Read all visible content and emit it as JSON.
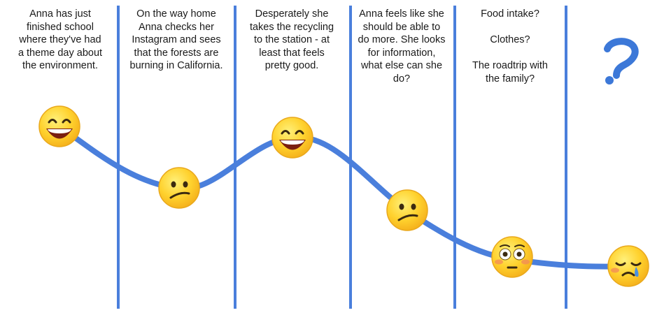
{
  "stages": [
    {
      "id": "stage-1",
      "text": "Anna has just\nfinished school\nwhere they've had\na theme day about\nthe environment.",
      "mood": "happy"
    },
    {
      "id": "stage-2",
      "text": "On the way home\nAnna checks her\nInstagram and sees\nthat the forests are\nburning in California.",
      "mood": "confused"
    },
    {
      "id": "stage-3",
      "text": "Desperately she\ntakes the recycling\nto the station - at\nleast that feels\npretty good.",
      "mood": "happy"
    },
    {
      "id": "stage-4",
      "text": "Anna feels like she\nshould be able to\ndo more. She looks\nfor information,\nwhat else can she\ndo?",
      "mood": "confused"
    },
    {
      "id": "stage-5",
      "text": "Food intake?\n\nClothes?\n\nThe roadtrip with\nthe family?",
      "mood": "flushed"
    },
    {
      "id": "stage-6",
      "text": "",
      "mood": "crying"
    }
  ],
  "question_mark": "?",
  "colors": {
    "line": "#4a7fdc",
    "divider": "#4a7fdc",
    "emoji_face": "#ffcc22",
    "emoji_outline": "#e7a31b",
    "question": "#3c78d8"
  },
  "icons": [
    "grinning-face-icon",
    "confused-face-icon",
    "flushed-face-icon",
    "crying-face-icon",
    "question-mark-icon"
  ]
}
